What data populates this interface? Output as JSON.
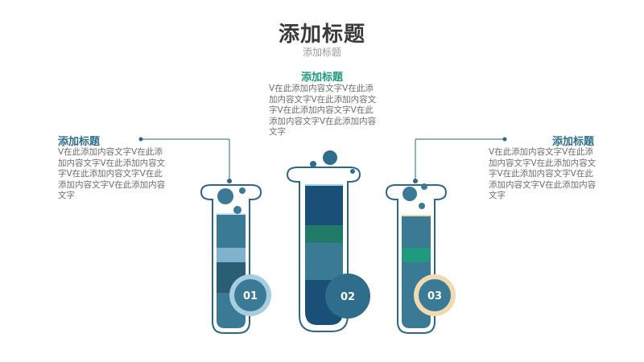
{
  "header": {
    "title": "添加标题",
    "subtitle": "添加标题"
  },
  "sections": [
    {
      "num": "01",
      "title": "添加标题",
      "body": "V在此添加内容文字V在此添加内容文字V在此添加内容文字V在此添加内容文字V在此添加内容文字V在此添加内容文字"
    },
    {
      "num": "02",
      "title": "添加标题",
      "body": "V在此添加内容文字V在此添加内容文字V在此添加内容文字V在此添加内容文字V在此添加内容文字V在此添加内容文字"
    },
    {
      "num": "03",
      "title": "添加标题",
      "body": "V在此添加内容文字V在此添加内容文字V在此添加内容文字V在此添加内容文字V在此添加内容文字V在此添加内容文字"
    }
  ],
  "colors": {
    "outline": "#2f6686",
    "teal_dark": "#1d5e7a",
    "teal": "#3b7a95",
    "light_blue": "#8fb9cf",
    "green": "#1f8a73",
    "navy": "#1a4f78",
    "cream": "#f1d9b0",
    "title_green": "#1f9a7c",
    "title_blue": "#2f6d8c"
  }
}
